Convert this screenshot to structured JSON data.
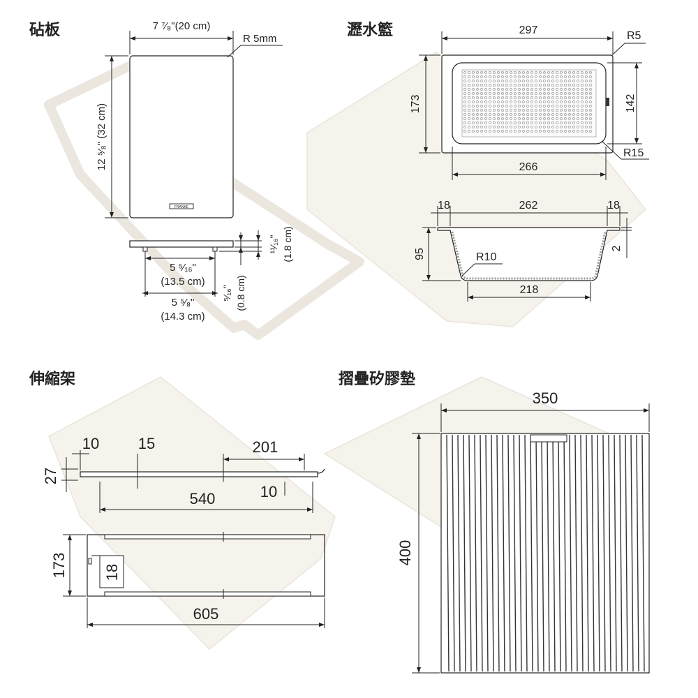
{
  "sections": {
    "cutting_board": {
      "title": "砧板",
      "width_label": "7 ⁷⁄₈\"(20 cm)",
      "radius_label": "R 5mm",
      "height_label": "12 ⁵⁄₈\" (32 cm)",
      "foot_inner_label": "5 ⁵⁄₁₆\"",
      "foot_inner_cm": "(13.5 cm)",
      "foot_outer_label": "5 ⁵⁄₈\"",
      "foot_outer_cm": "(14.3 cm)",
      "thickness_label": "⁵⁄₁₆\"",
      "thickness_cm": "(0.8 cm)",
      "total_height_label": "¹¹⁄₁₆\"",
      "total_height_cm": "(1.8 cm)"
    },
    "drain_basket": {
      "title": "瀝水籃",
      "outer_width": "297",
      "outer_radius": "R5",
      "outer_height": "173",
      "inner_height": "142",
      "inner_radius": "R15",
      "inner_width": "266",
      "rim_left": "18",
      "top_width": "262",
      "rim_right": "18",
      "depth": "95",
      "bottom_radius": "R10",
      "rim_thickness": "2",
      "bottom_width": "218"
    },
    "extendable_rack": {
      "title": "伸縮架",
      "end_length": "10",
      "inner_offset": "15",
      "extension": "201",
      "height": "27",
      "length": "540",
      "gap": "10",
      "depth": "173",
      "rail_width": "18",
      "max_length": "605"
    },
    "silicone_mat": {
      "title": "摺疊矽膠墊",
      "width": "350",
      "height": "400"
    }
  },
  "brand_logo": "FRANKE"
}
